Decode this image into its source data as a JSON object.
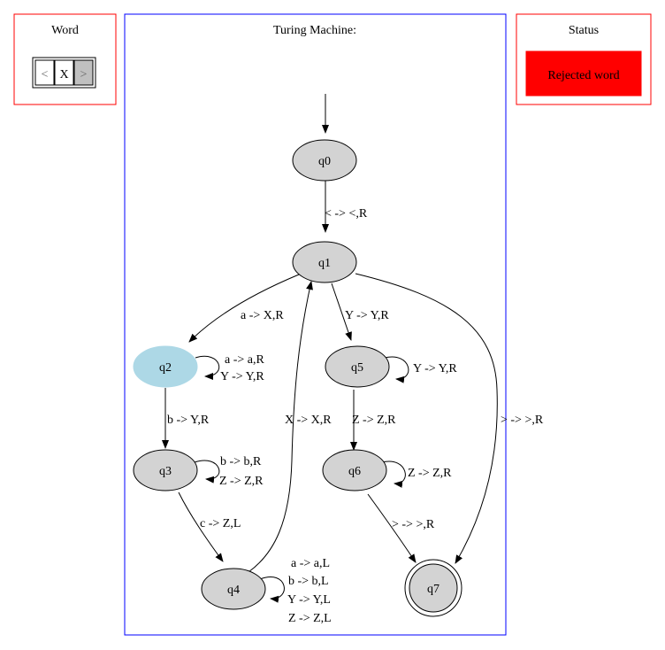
{
  "word_panel": {
    "title": "Word",
    "cells": [
      "<",
      "X",
      ">"
    ],
    "head_index": 2
  },
  "machine_panel": {
    "title": "Turing Machine:"
  },
  "status_panel": {
    "title": "Status",
    "message": "Rejected word",
    "color": "#ff0000"
  },
  "states": [
    {
      "id": "q0",
      "label": "q0",
      "current": false,
      "accepting": false,
      "initial": true
    },
    {
      "id": "q1",
      "label": "q1",
      "current": false,
      "accepting": false,
      "initial": false
    },
    {
      "id": "q2",
      "label": "q2",
      "current": true,
      "accepting": false,
      "initial": false
    },
    {
      "id": "q3",
      "label": "q3",
      "current": false,
      "accepting": false,
      "initial": false
    },
    {
      "id": "q4",
      "label": "q4",
      "current": false,
      "accepting": false,
      "initial": false
    },
    {
      "id": "q5",
      "label": "q5",
      "current": false,
      "accepting": false,
      "initial": false
    },
    {
      "id": "q6",
      "label": "q6",
      "current": false,
      "accepting": false,
      "initial": false
    },
    {
      "id": "q7",
      "label": "q7",
      "current": false,
      "accepting": true,
      "initial": false
    }
  ],
  "transitions": [
    {
      "from": "q0",
      "to": "q1",
      "labels": [
        "< -> <,R"
      ]
    },
    {
      "from": "q1",
      "to": "q2",
      "labels": [
        "a -> X,R"
      ]
    },
    {
      "from": "q1",
      "to": "q5",
      "labels": [
        "Y -> Y,R"
      ]
    },
    {
      "from": "q1",
      "to": "q7",
      "labels": [
        "> -> >,R"
      ]
    },
    {
      "from": "q2",
      "to": "q2",
      "labels": [
        "a -> a,R",
        "Y -> Y,R"
      ]
    },
    {
      "from": "q2",
      "to": "q3",
      "labels": [
        "b -> Y,R"
      ]
    },
    {
      "from": "q3",
      "to": "q3",
      "labels": [
        "b -> b,R",
        "Z -> Z,R"
      ]
    },
    {
      "from": "q3",
      "to": "q4",
      "labels": [
        "c -> Z,L"
      ]
    },
    {
      "from": "q4",
      "to": "q1",
      "labels": [
        "X -> X,R"
      ]
    },
    {
      "from": "q4",
      "to": "q4",
      "labels": [
        "a -> a,L",
        "b -> b,L",
        "Y -> Y,L",
        "Z -> Z,L"
      ]
    },
    {
      "from": "q5",
      "to": "q5",
      "labels": [
        "Y -> Y,R"
      ]
    },
    {
      "from": "q5",
      "to": "q6",
      "labels": [
        "Z -> Z,R"
      ]
    },
    {
      "from": "q6",
      "to": "q6",
      "labels": [
        "Z -> Z,R"
      ]
    },
    {
      "from": "q6",
      "to": "q7",
      "labels": [
        "> -> >,R"
      ]
    }
  ],
  "colors": {
    "state_fill": "#d3d3d3",
    "current_state_fill": "#add8e6",
    "word_panel_border": "#ff0000",
    "status_panel_border": "#ff0000",
    "machine_panel_border": "#0000ff",
    "head_cell_fill": "#c0c0c0"
  }
}
